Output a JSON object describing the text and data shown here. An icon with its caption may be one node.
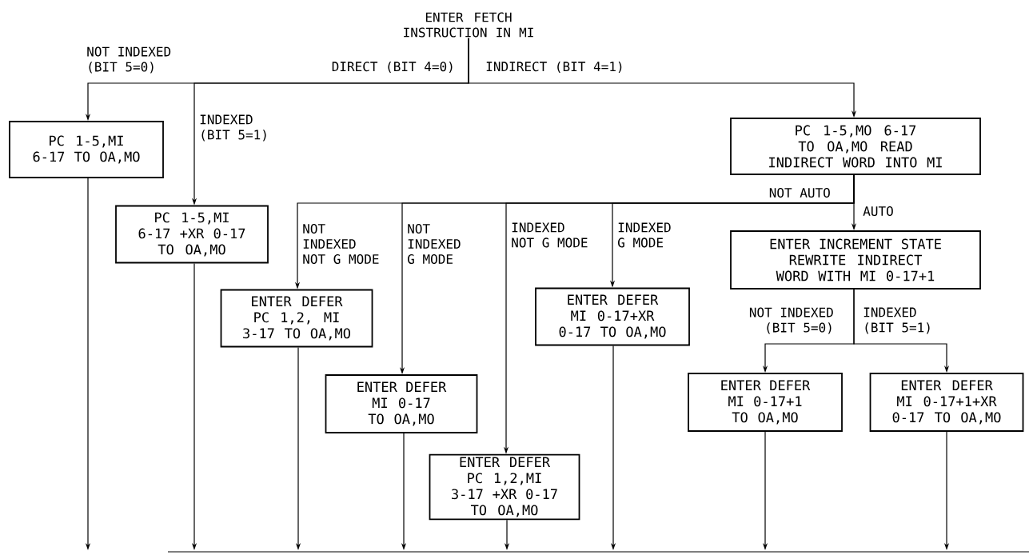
{
  "diagram": {
    "nodes": [
      {
        "text": [
          "ENTER FETCH INSTRUCTION IN MI"
        ]
      },
      {
        "text": [
          "PC 1-5,MI 6-17 TO OA,MO"
        ]
      },
      {
        "text": [
          "PC 1-5,MI 6-17 +XR 0-17 TO OA,MO"
        ]
      },
      {
        "text": [
          "PC 1-5,MO 6-17 TO OA,MO READ INDIRECT WORD INTO MI"
        ]
      },
      {
        "text": [
          "ENTER INCREMENT STATE REWRITE INDIRECT WORD WITH MI 0-17+1"
        ]
      },
      {
        "text": [
          "ENTER DEFER PC 1,2, MI 3-17 TO OA,MO"
        ]
      },
      {
        "text": [
          "ENTER DEFER MI 0-17 TO OA,MO"
        ]
      },
      {
        "text": [
          "ENTER DEFER PC 1,2,MI 3-17 +XR 0-17 TO OA,MO"
        ]
      },
      {
        "text": [
          "ENTER DEFER MI 0-17+XR 0-17 TO OA,MO"
        ]
      },
      {
        "text": [
          "ENTER DEFER MI 0-17+1 TO OA,MO"
        ]
      },
      {
        "text": [
          "ENTER DEFER MI 0-17+1+XR 0-17 TO OA,MO"
        ]
      }
    ],
    "edges": [
      {
        "from": 0,
        "to": 1,
        "arrow": "to",
        "label": "NOT INDEXED (BIT 5=0)"
      },
      {
        "from": 0,
        "to": 2,
        "arrow": "to",
        "label": "INDEXED (BIT 5=1)"
      },
      {
        "from": 0,
        "to": 3,
        "arrow": "to",
        "label": "INDIRECT (BIT 4=1)"
      },
      {
        "from": 3,
        "to": 4,
        "arrow": "to",
        "label": "AUTO"
      },
      {
        "from": 3,
        "to": 5,
        "arrow": "to",
        "label": "NOT INDEXED NOT G MODE"
      },
      {
        "from": 3,
        "to": 6,
        "arrow": "to",
        "label": "NOT INDEXED G MODE"
      },
      {
        "from": 3,
        "to": 7,
        "arrow": "to",
        "label": "INDEXED NOT G MODE"
      },
      {
        "from": 3,
        "to": 8,
        "arrow": "to",
        "label": "INDEXED G MODE"
      },
      {
        "from": 4,
        "to": 9,
        "arrow": "to",
        "label": "NOT INDEXED (BIT 5=0)"
      },
      {
        "from": 4,
        "to": 10,
        "arrow": "to",
        "label": "INDEXED (BIT 5=1)"
      },
      {
        "from": 1,
        "to": null,
        "arrow": "to"
      },
      {
        "from": 2,
        "to": null,
        "arrow": "to"
      },
      {
        "from": 5,
        "to": null,
        "arrow": "to"
      },
      {
        "from": 6,
        "to": null,
        "arrow": "to"
      },
      {
        "from": 7,
        "to": null,
        "arrow": "to"
      },
      {
        "from": 8,
        "to": null,
        "arrow": "to"
      },
      {
        "from": 9,
        "to": null,
        "arrow": "to"
      },
      {
        "from": 10,
        "to": null,
        "arrow": "to"
      }
    ],
    "labels": [
      "DIRECT (BIT 4=0)",
      "NOT AUTO"
    ]
  }
}
